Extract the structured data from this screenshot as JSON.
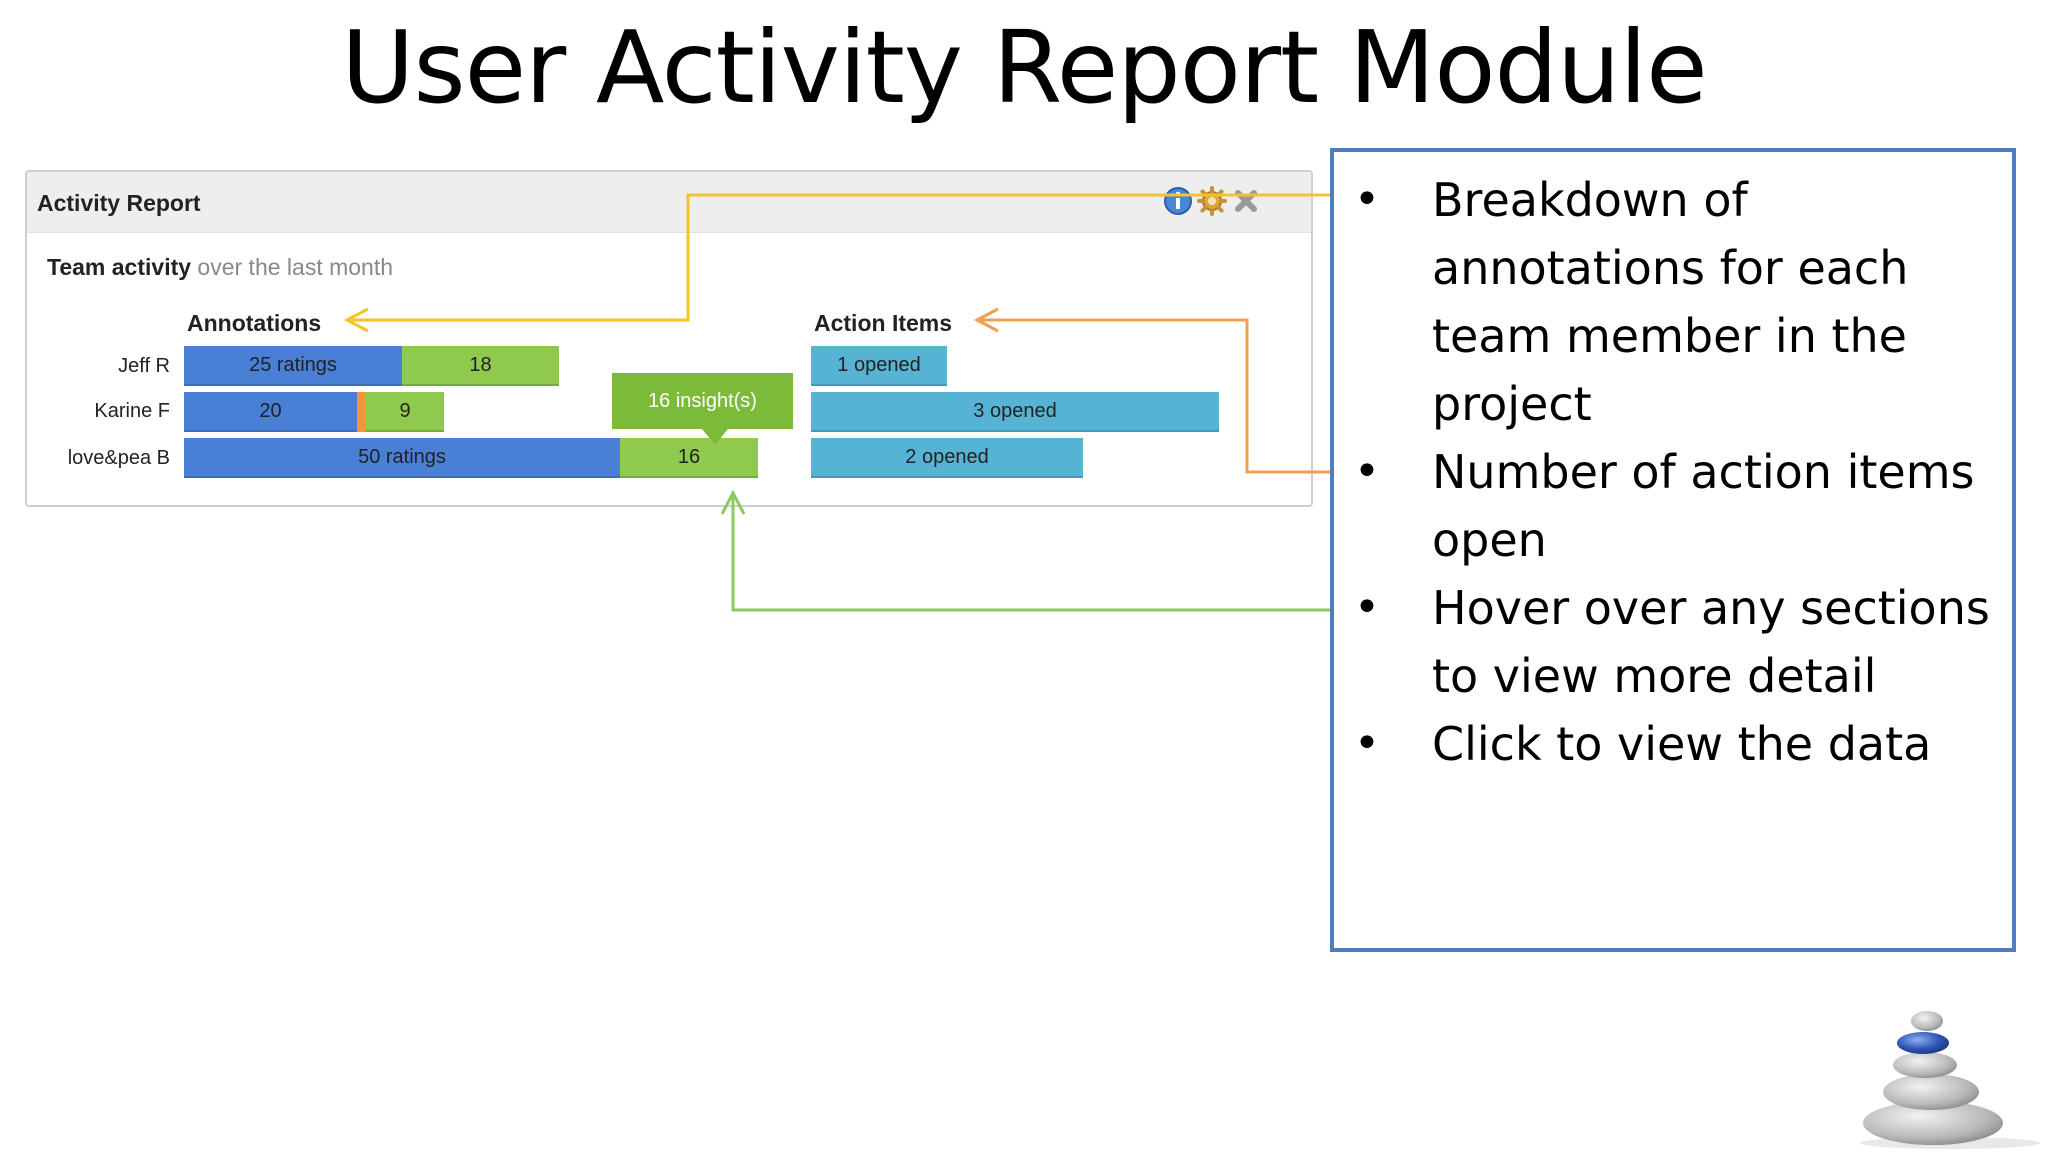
{
  "slide": {
    "title": "User Activity Report Module"
  },
  "widget": {
    "title": "Activity Report",
    "subtitle_bold": "Team activity",
    "subtitle_rest": " over the last month",
    "annotations_label": "Annotations",
    "action_items_label": "Action Items",
    "icons": [
      "info-icon",
      "gear-icon",
      "close-icon"
    ]
  },
  "chart_data": {
    "type": "bar",
    "categories": [
      "Jeff R",
      "Karine F",
      "love&pea B"
    ],
    "annotations": {
      "ratings": [
        25,
        20,
        50
      ],
      "ratings_labels": [
        "25 ratings",
        "20",
        "50 ratings"
      ],
      "insights": [
        18,
        9,
        16
      ],
      "insights_labels": [
        "18",
        "9",
        "16"
      ]
    },
    "action_items": {
      "opened": [
        1,
        3,
        2
      ],
      "labels": [
        "1 opened",
        "3 opened",
        "2 opened"
      ]
    },
    "tooltip": "16 insight(s)"
  },
  "info_box": {
    "bullets": [
      "Breakdown of annotations for each team member in the project",
      "Number of action items open",
      "Hover over any sections to view more detail",
      "Click to view the data"
    ]
  },
  "colors": {
    "ratings": "#4a7fd6",
    "insights": "#8fca4e",
    "small_segment": "#f2963a",
    "action_items": "#57b3d3",
    "arrow_annotations": "#f5c32a",
    "arrow_action_items": "#f0a050",
    "arrow_hover": "#8cc960",
    "info_border": "#4f7ebd"
  }
}
